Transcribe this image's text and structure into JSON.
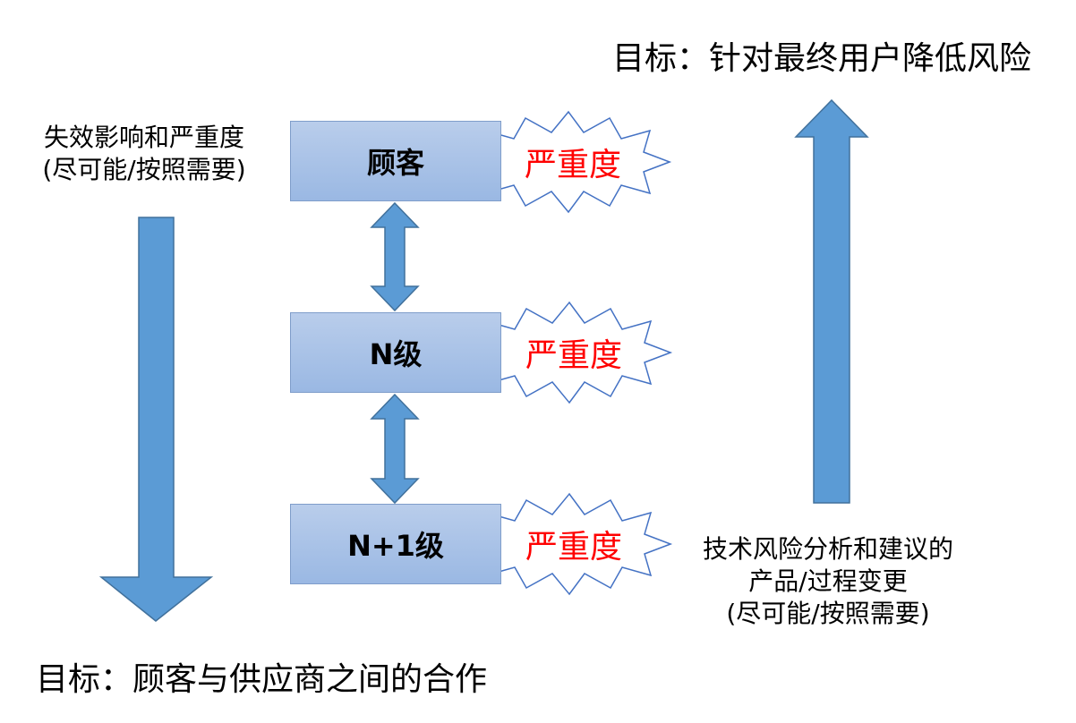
{
  "top_right_goal": "目标：针对最终用户降低风险",
  "bottom_left_goal": "目标：顾客与供应商之间的合作",
  "left_note": {
    "line1": "失效影响和严重度",
    "line2": "(尽可能/按照需要)"
  },
  "right_note": {
    "line1": "技术风险分析和建议的",
    "line2": "产品/过程变更",
    "line3": "(尽可能/按照需要)"
  },
  "levels": [
    {
      "label": "顾客",
      "severity": "严重度"
    },
    {
      "label": "N级",
      "severity": "严重度"
    },
    {
      "label": "N+1级",
      "severity": "严重度"
    }
  ],
  "colors": {
    "arrow": "#5b9bd5",
    "arrow_border": "#41719c",
    "box_top": "#b9cdeb",
    "box_bottom": "#9ab8e3",
    "severity_text": "#ff0000",
    "star_border": "#4472c4"
  }
}
